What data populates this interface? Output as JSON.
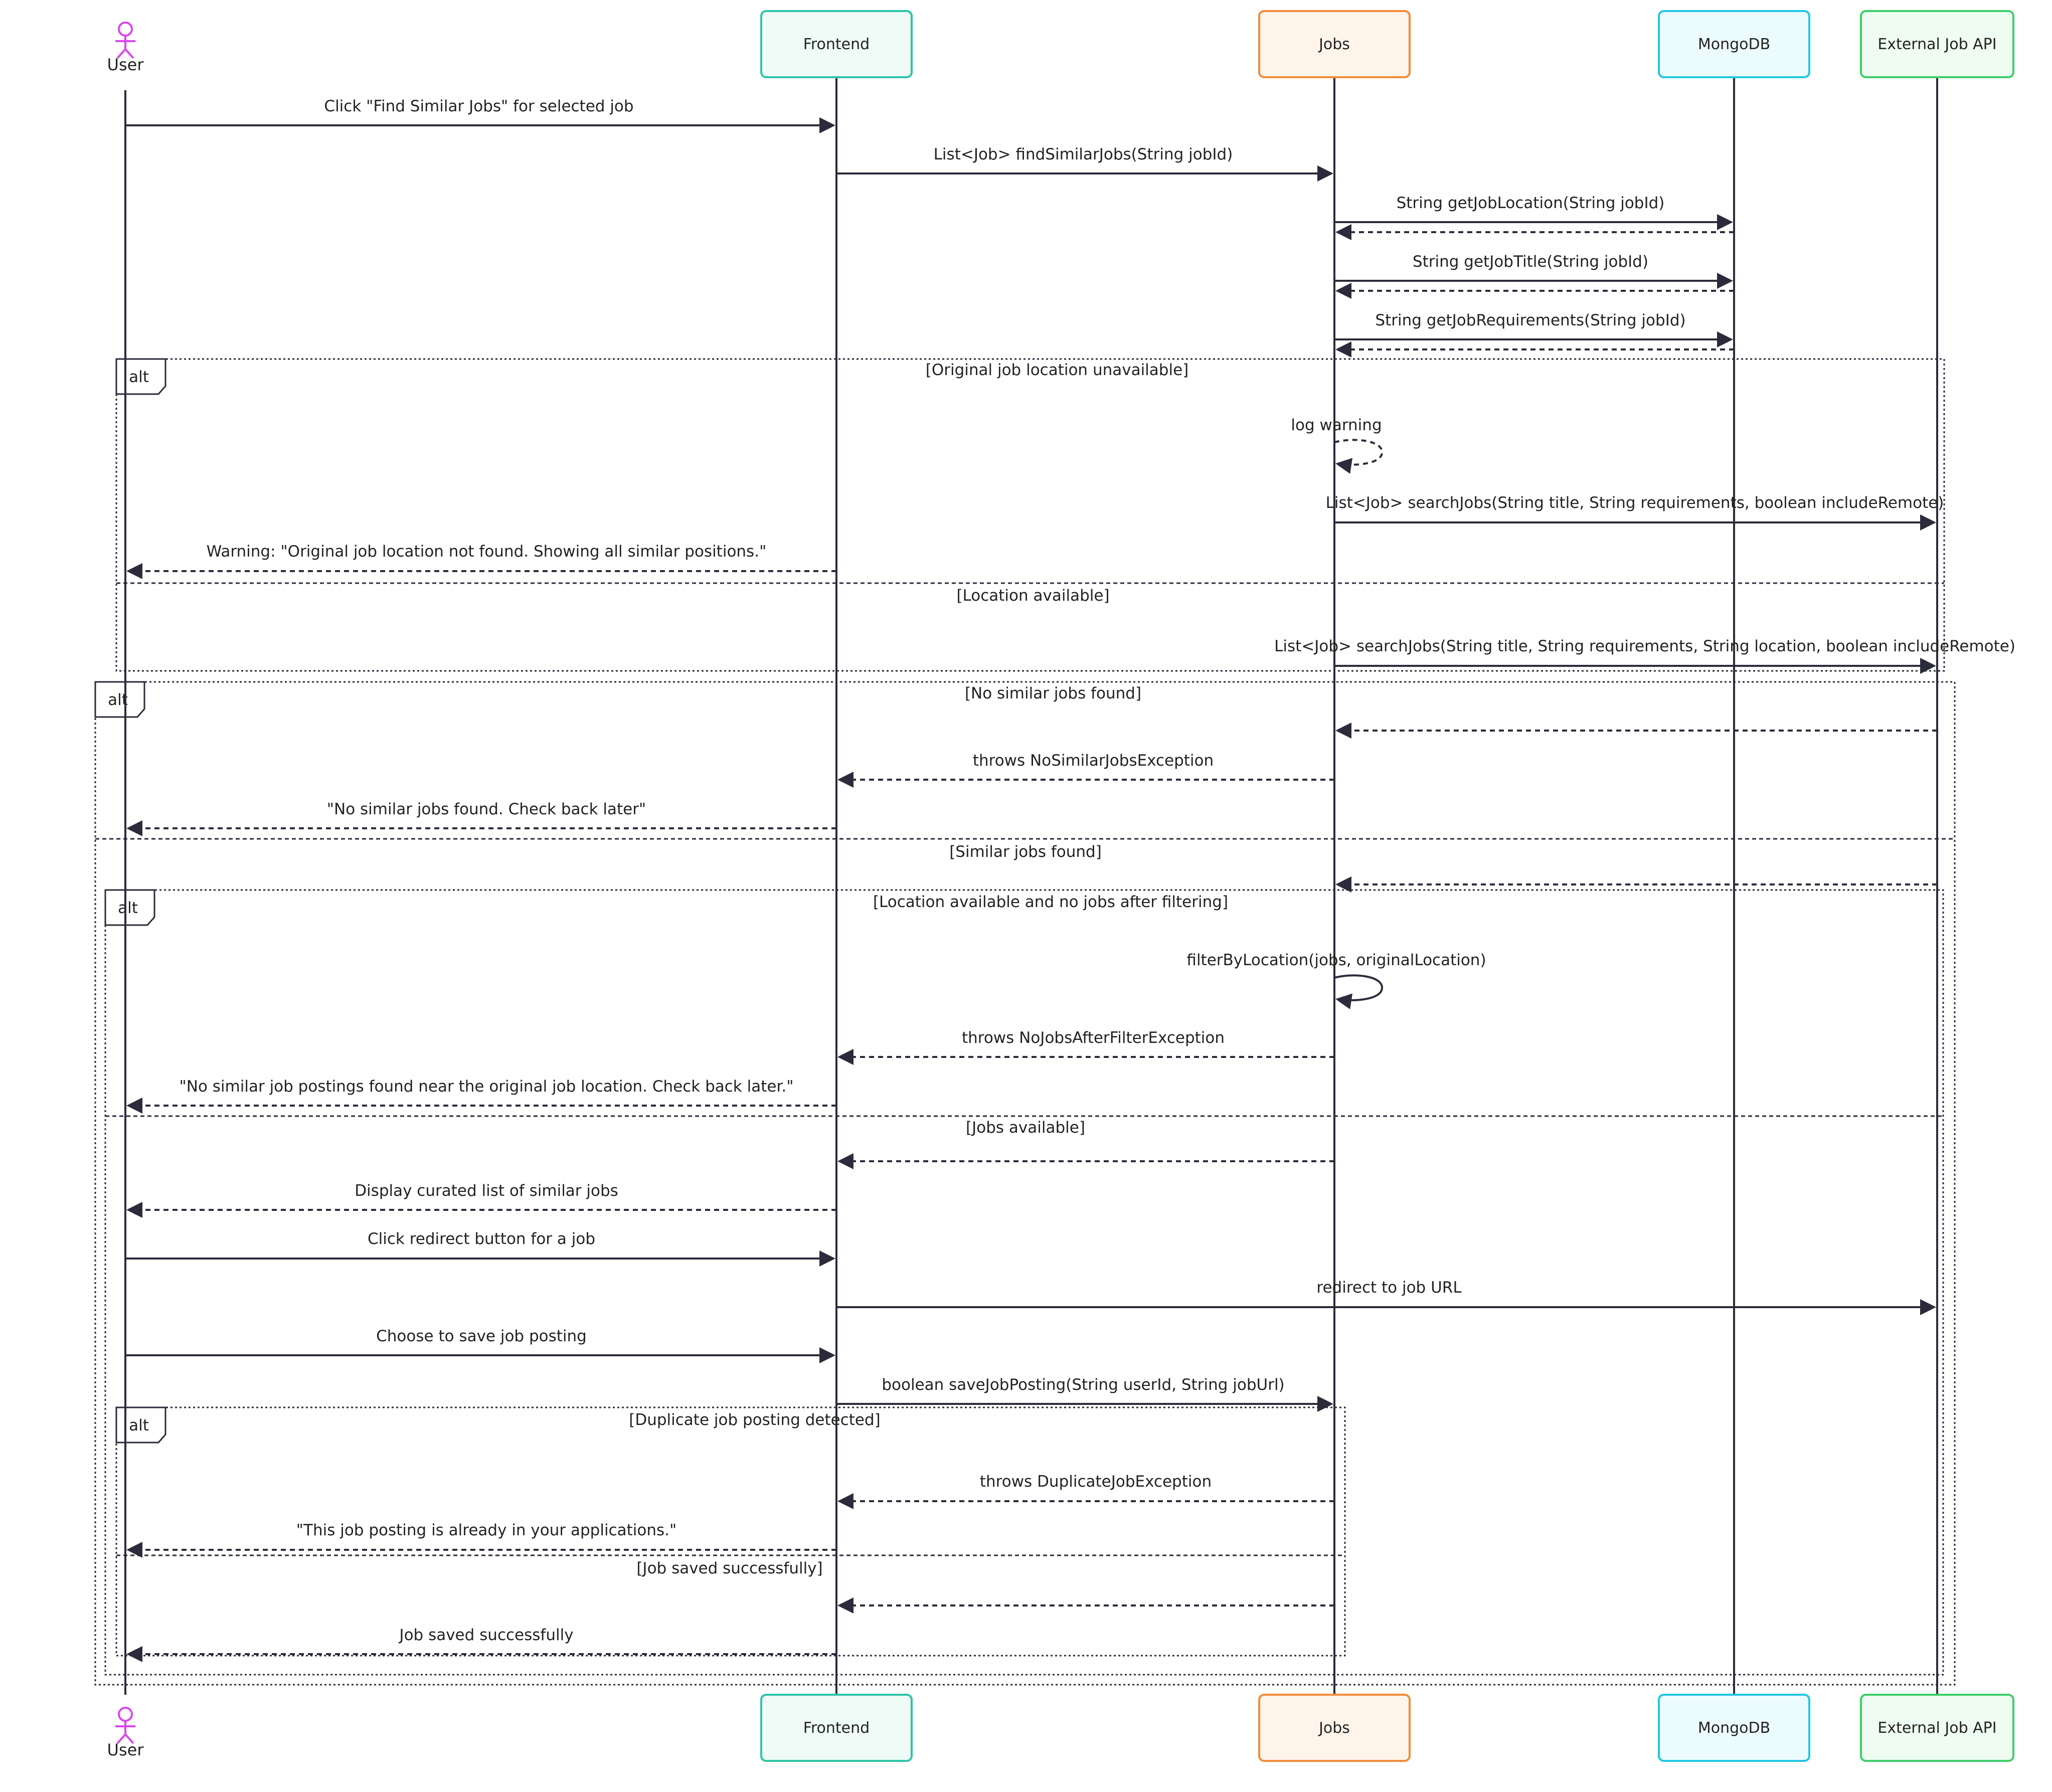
{
  "participants": {
    "user": {
      "label": "User",
      "color": "#d946ef"
    },
    "frontend": {
      "label": "Frontend",
      "color": "#2ec4a6"
    },
    "jobs": {
      "label": "Jobs",
      "color": "#f28c38"
    },
    "mongodb": {
      "label": "MongoDB",
      "color": "#22c7e3"
    },
    "external": {
      "label": "External Job API",
      "color": "#3fce6a"
    }
  },
  "messages": [
    {
      "text": "Click \"Find Similar Jobs\" for selected job"
    },
    {
      "text": "List<Job> findSimilarJobs(String jobId)"
    },
    {
      "text": "String getJobLocation(String jobId)"
    },
    {
      "text": ""
    },
    {
      "text": "String getJobTitle(String jobId)"
    },
    {
      "text": ""
    },
    {
      "text": "String getJobRequirements(String jobId)"
    },
    {
      "text": ""
    },
    {
      "text": "log warning"
    },
    {
      "text": "List<Job> searchJobs(String title, String requirements, boolean includeRemote)"
    },
    {
      "text": "Warning: \"Original job location not found. Showing all similar positions.\""
    },
    {
      "text": "List<Job> searchJobs(String title, String requirements, String location, boolean includeRemote)"
    },
    {
      "text": ""
    },
    {
      "text": "throws NoSimilarJobsException"
    },
    {
      "text": "\"No similar jobs found. Check back later\""
    },
    {
      "text": ""
    },
    {
      "text": "filterByLocation(jobs, originalLocation)"
    },
    {
      "text": "throws NoJobsAfterFilterException"
    },
    {
      "text": "\"No similar job postings found near the original job location. Check back later.\""
    },
    {
      "text": ""
    },
    {
      "text": "Display curated list of similar jobs"
    },
    {
      "text": "Click redirect button for a job"
    },
    {
      "text": "redirect to job URL"
    },
    {
      "text": "Choose to save job posting"
    },
    {
      "text": "boolean saveJobPosting(String userId, String jobUrl)"
    },
    {
      "text": "throws DuplicateJobException"
    },
    {
      "text": "\"This job posting is already in your applications.\""
    },
    {
      "text": ""
    },
    {
      "text": "Job saved successfully"
    }
  ],
  "fragments": [
    {
      "tag": "alt",
      "conditions": [
        "[Original job location unavailable]",
        "[Location available]"
      ]
    },
    {
      "tag": "alt",
      "conditions": [
        "[No similar jobs found]",
        "[Similar jobs found]"
      ]
    },
    {
      "tag": "alt",
      "conditions": [
        "[Location available and no jobs after filtering]",
        "[Jobs available]"
      ]
    },
    {
      "tag": "alt",
      "conditions": [
        "[Duplicate job posting detected]",
        "[Job saved successfully]"
      ]
    }
  ]
}
